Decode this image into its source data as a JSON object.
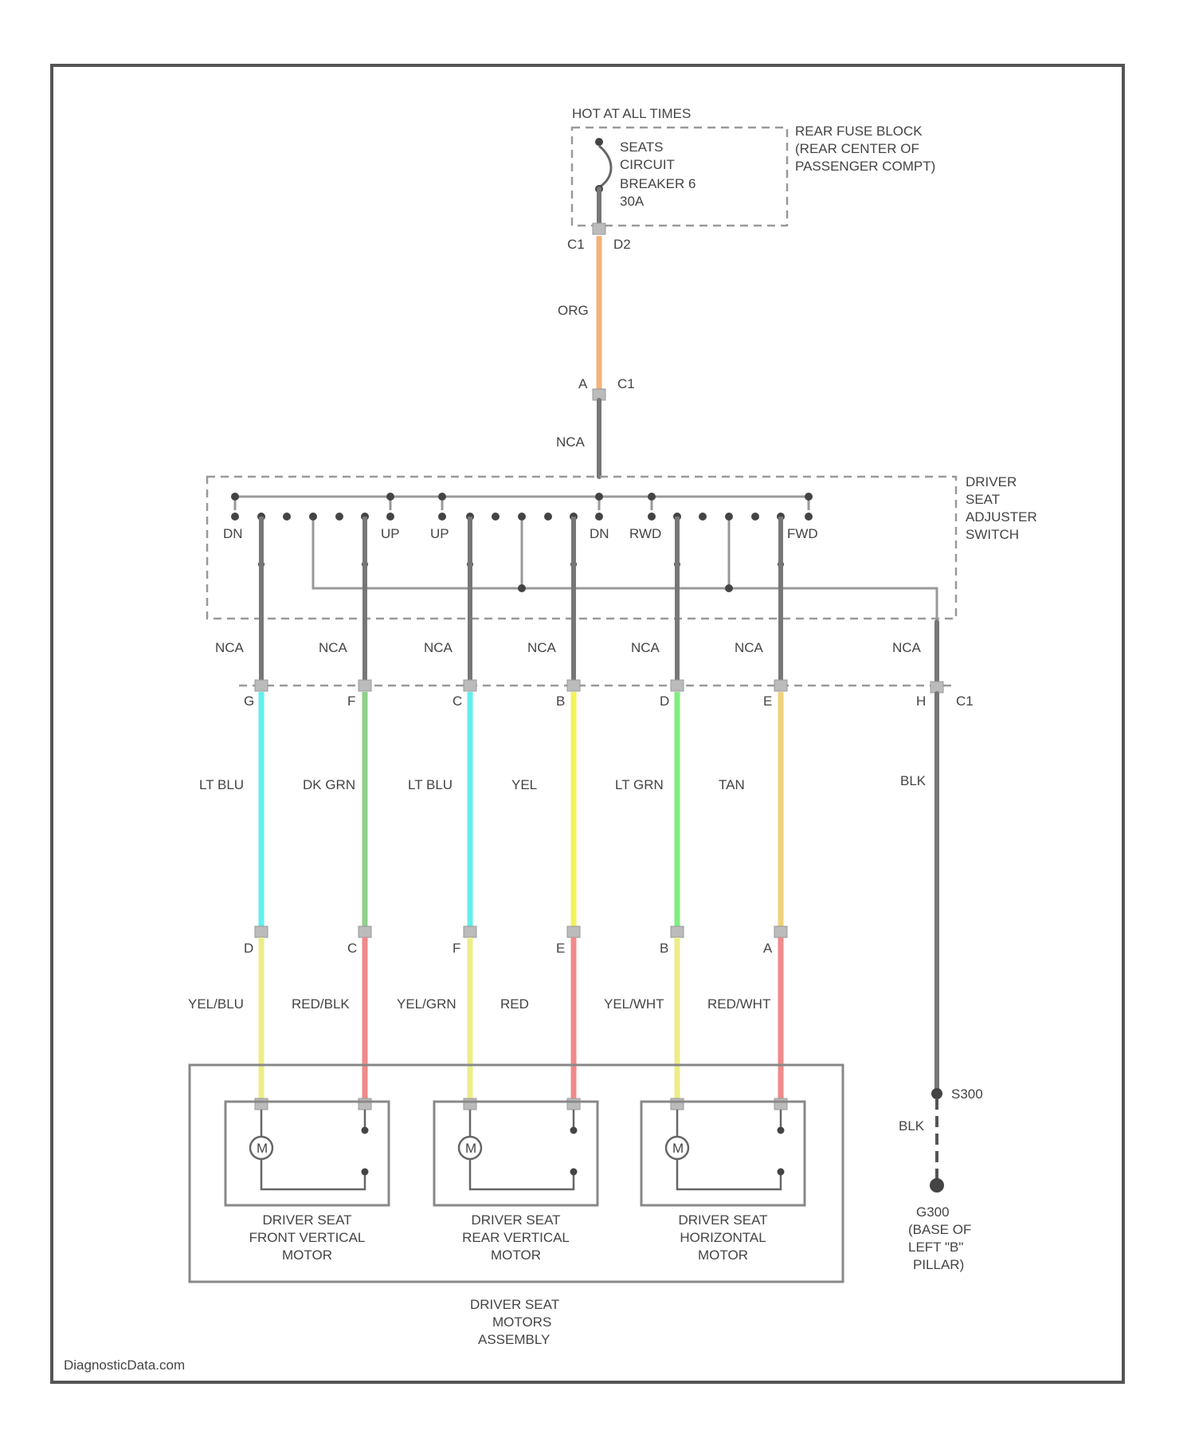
{
  "colors": {
    "orange": "#f4b27a",
    "grey": "#777777",
    "lt_blue": "#5ff0ee",
    "dk_green": "#8fd08a",
    "yellow": "#f2f25a",
    "lt_green": "#7fef7f",
    "tan": "#f0d27a",
    "yellow_pale": "#eded8a",
    "red": "#f08a8a"
  },
  "power": {
    "hot_label": "HOT AT ALL TIMES",
    "breaker_lines": [
      "SEATS",
      "CIRCUIT",
      "BREAKER 6",
      "30A"
    ],
    "fuse_block_lines": [
      "REAR FUSE BLOCK",
      "(REAR CENTER OF",
      "PASSENGER COMPT)"
    ],
    "conn_left": "C1",
    "conn_right": "D2",
    "wire_top": "ORG",
    "conn2_pin": "A",
    "conn2_name": "C1",
    "wire_mid": "NCA"
  },
  "switch": {
    "name_lines": [
      "DRIVER",
      "SEAT",
      "ADJUSTER",
      "SWITCH"
    ],
    "positions": [
      "DN",
      "UP",
      "UP",
      "DN",
      "RWD",
      "FWD"
    ],
    "conn_name": "C1"
  },
  "outputs": [
    {
      "upper_label": "NCA",
      "pin": "G",
      "wire": "LT BLU",
      "pin2": "D",
      "lower_wire": "YEL/BLU"
    },
    {
      "upper_label": "NCA",
      "pin": "F",
      "wire": "DK GRN",
      "pin2": "C",
      "lower_wire": "RED/BLK"
    },
    {
      "upper_label": "NCA",
      "pin": "C",
      "wire": "LT BLU",
      "pin2": "F",
      "lower_wire": "YEL/GRN"
    },
    {
      "upper_label": "NCA",
      "pin": "B",
      "wire": "YEL",
      "pin2": "E",
      "lower_wire": "RED"
    },
    {
      "upper_label": "NCA",
      "pin": "D",
      "wire": "LT GRN",
      "pin2": "B",
      "lower_wire": "YEL/WHT"
    },
    {
      "upper_label": "NCA",
      "pin": "E",
      "wire": "TAN",
      "pin2": "A",
      "lower_wire": "RED/WHT"
    }
  ],
  "ground": {
    "upper_label": "NCA",
    "pin": "H",
    "wire": "BLK",
    "splice": "S300",
    "wire2": "BLK",
    "gnd_lines": [
      "G300",
      "(BASE OF",
      "LEFT \"B\"",
      "PILLAR)"
    ]
  },
  "motors": [
    {
      "symbol": "M",
      "name_lines": [
        "DRIVER SEAT",
        "FRONT VERTICAL",
        "MOTOR"
      ]
    },
    {
      "symbol": "M",
      "name_lines": [
        "DRIVER SEAT",
        "REAR VERTICAL",
        "MOTOR"
      ]
    },
    {
      "symbol": "M",
      "name_lines": [
        "DRIVER SEAT",
        "HORIZONTAL",
        "MOTOR"
      ]
    }
  ],
  "assembly_lines": [
    "DRIVER SEAT",
    "MOTORS",
    "ASSEMBLY"
  ],
  "watermark": "DiagnosticData.com"
}
